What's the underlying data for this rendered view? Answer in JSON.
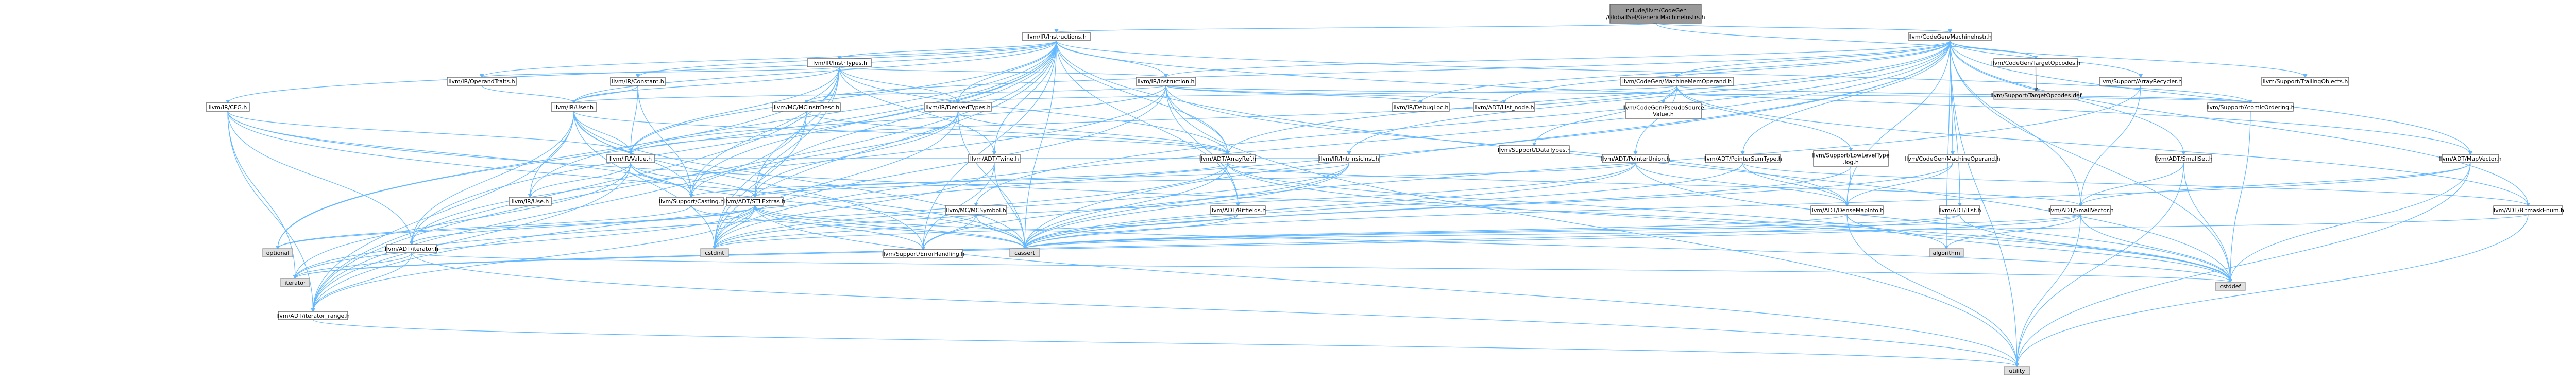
{
  "colors": {
    "root_fill": "#999999",
    "node_fill": "#ffffff",
    "node_border": "#666666",
    "internal_text": "#8b1a1a",
    "leaf_fill": "#e0e0e0",
    "leaf_border": "#999999",
    "edge": "#63b8ff",
    "edge_dark": "#404040"
  },
  "nodes": [
    {
      "id": "root",
      "lines": [
        "include/llvm/CodeGen",
        "/GlobalISel/GenericMachineInstrs.h"
      ],
      "kind": "root"
    },
    {
      "id": "ir_instructions",
      "lines": [
        "llvm/IR/Instructions.h"
      ],
      "kind": "node"
    },
    {
      "id": "cg_machineinstr",
      "lines": [
        "llvm/CodeGen/MachineInstr.h"
      ],
      "kind": "node"
    },
    {
      "id": "cg_targetopcodes",
      "lines": [
        "llvm/CodeGen/TargetOpcodes.h"
      ],
      "kind": "node"
    },
    {
      "id": "support_targetopcodes_def",
      "lines": [
        "llvm/Support/TargetOpcodes.def"
      ],
      "kind": "leaf"
    },
    {
      "id": "ir_insttypes",
      "lines": [
        "llvm/IR/InstrTypes.h"
      ],
      "kind": "internal"
    },
    {
      "id": "ir_instruction",
      "lines": [
        "llvm/IR/Instruction.h"
      ],
      "kind": "internal"
    },
    {
      "id": "ir_cfg",
      "lines": [
        "llvm/IR/CFG.h"
      ],
      "kind": "internal"
    },
    {
      "id": "ir_operandtraits",
      "lines": [
        "llvm/IR/OperandTraits.h"
      ],
      "kind": "node"
    },
    {
      "id": "ir_constant",
      "lines": [
        "llvm/IR/Constant.h"
      ],
      "kind": "node"
    },
    {
      "id": "ir_user",
      "lines": [
        "llvm/IR/User.h"
      ],
      "kind": "internal"
    },
    {
      "id": "ir_value",
      "lines": [
        "llvm/IR/Value.h"
      ],
      "kind": "internal"
    },
    {
      "id": "ir_use",
      "lines": [
        "llvm/IR/Use.h"
      ],
      "kind": "internal"
    },
    {
      "id": "ir_derivedtypes",
      "lines": [
        "llvm/IR/DerivedTypes.h"
      ],
      "kind": "internal"
    },
    {
      "id": "mc_mcinstrdesc",
      "lines": [
        "llvm/MC/MCInstrDesc.h"
      ],
      "kind": "internal"
    },
    {
      "id": "ir_intrinsicinst",
      "lines": [
        "llvm/IR/IntrinsicInst.h"
      ],
      "kind": "internal"
    },
    {
      "id": "ir_debugloc",
      "lines": [
        "llvm/IR/DebugLoc.h"
      ],
      "kind": "internal"
    },
    {
      "id": "adt_ilist_node",
      "lines": [
        "llvm/ADT/ilist_node.h"
      ],
      "kind": "internal"
    },
    {
      "id": "adt_twine",
      "lines": [
        "llvm/ADT/Twine.h"
      ],
      "kind": "internal"
    },
    {
      "id": "adt_arrayref",
      "lines": [
        "llvm/ADT/ArrayRef.h"
      ],
      "kind": "internal"
    },
    {
      "id": "adt_stlextras",
      "lines": [
        "llvm/ADT/STLExtras.h"
      ],
      "kind": "internal"
    },
    {
      "id": "adt_iterator",
      "lines": [
        "llvm/ADT/iterator.h"
      ],
      "kind": "internal"
    },
    {
      "id": "adt_iterator_range",
      "lines": [
        "llvm/ADT/iterator_range.h"
      ],
      "kind": "node"
    },
    {
      "id": "support_casting",
      "lines": [
        "llvm/Support/Casting.h"
      ],
      "kind": "internal"
    },
    {
      "id": "support_errorhandling",
      "lines": [
        "llvm/Support/ErrorHandling.h"
      ],
      "kind": "internal"
    },
    {
      "id": "mc_mcsymbol",
      "lines": [
        "llvm/MC/MCSymbol.h"
      ],
      "kind": "internal"
    },
    {
      "id": "adt_bitfields",
      "lines": [
        "llvm/ADT/Bitfields.h"
      ],
      "kind": "internal"
    },
    {
      "id": "cg_machinememoperand",
      "lines": [
        "llvm/CodeGen/MachineMemOperand.h"
      ],
      "kind": "node"
    },
    {
      "id": "cg_pseudosourcevalue",
      "lines": [
        "llvm/CodeGen/PseudoSource",
        "Value.h"
      ],
      "kind": "internal"
    },
    {
      "id": "support_datatypes",
      "lines": [
        "llvm/Support/DataTypes.h"
      ],
      "kind": "internal"
    },
    {
      "id": "adt_pointerunion",
      "lines": [
        "llvm/ADT/PointerUnion.h"
      ],
      "kind": "internal"
    },
    {
      "id": "adt_pointersumtype",
      "lines": [
        "llvm/ADT/PointerSumType.h"
      ],
      "kind": "internal"
    },
    {
      "id": "support_lowleveltype",
      "lines": [
        "llvm/Support/LowLevelType",
        ".log.h"
      ],
      "kind": "internal"
    },
    {
      "id": "cg_machineoperand",
      "lines": [
        "llvm/CodeGen/MachineOperand.h"
      ],
      "kind": "internal"
    },
    {
      "id": "adt_densemapinfo",
      "lines": [
        "llvm/ADT/DenseMapInfo.h"
      ],
      "kind": "internal"
    },
    {
      "id": "support_arrayrecycler",
      "lines": [
        "llvm/Support/ArrayRecycler.h"
      ],
      "kind": "internal"
    },
    {
      "id": "support_trailingobjects",
      "lines": [
        "llvm/Support/TrailingObjects.h"
      ],
      "kind": "internal"
    },
    {
      "id": "support_atomicordering",
      "lines": [
        "llvm/Support/AtomicOrdering.h"
      ],
      "kind": "node"
    },
    {
      "id": "adt_smallset",
      "lines": [
        "llvm/ADT/SmallSet.h"
      ],
      "kind": "internal"
    },
    {
      "id": "adt_ilist",
      "lines": [
        "llvm/ADT/ilist.h"
      ],
      "kind": "internal"
    },
    {
      "id": "adt_smallvector",
      "lines": [
        "llvm/ADT/SmallVector.h"
      ],
      "kind": "internal"
    },
    {
      "id": "adt_mapvector",
      "lines": [
        "llvm/ADT/MapVector.h"
      ],
      "kind": "internal"
    },
    {
      "id": "adt_bitmaskenum",
      "lines": [
        "llvm/ADT/BitmaskEnum.h"
      ],
      "kind": "internal"
    },
    {
      "id": "std_optional",
      "lines": [
        "optional"
      ],
      "kind": "leaf"
    },
    {
      "id": "std_iterator",
      "lines": [
        "iterator"
      ],
      "kind": "leaf"
    },
    {
      "id": "std_cstdint",
      "lines": [
        "cstdint"
      ],
      "kind": "leaf"
    },
    {
      "id": "std_cassert",
      "lines": [
        "cassert"
      ],
      "kind": "leaf"
    },
    {
      "id": "std_cstddef",
      "lines": [
        "cstddef"
      ],
      "kind": "leaf"
    },
    {
      "id": "std_utility",
      "lines": [
        "utility"
      ],
      "kind": "leaf"
    },
    {
      "id": "std_algorithm",
      "lines": [
        "algorithm"
      ],
      "kind": "leaf"
    }
  ]
}
